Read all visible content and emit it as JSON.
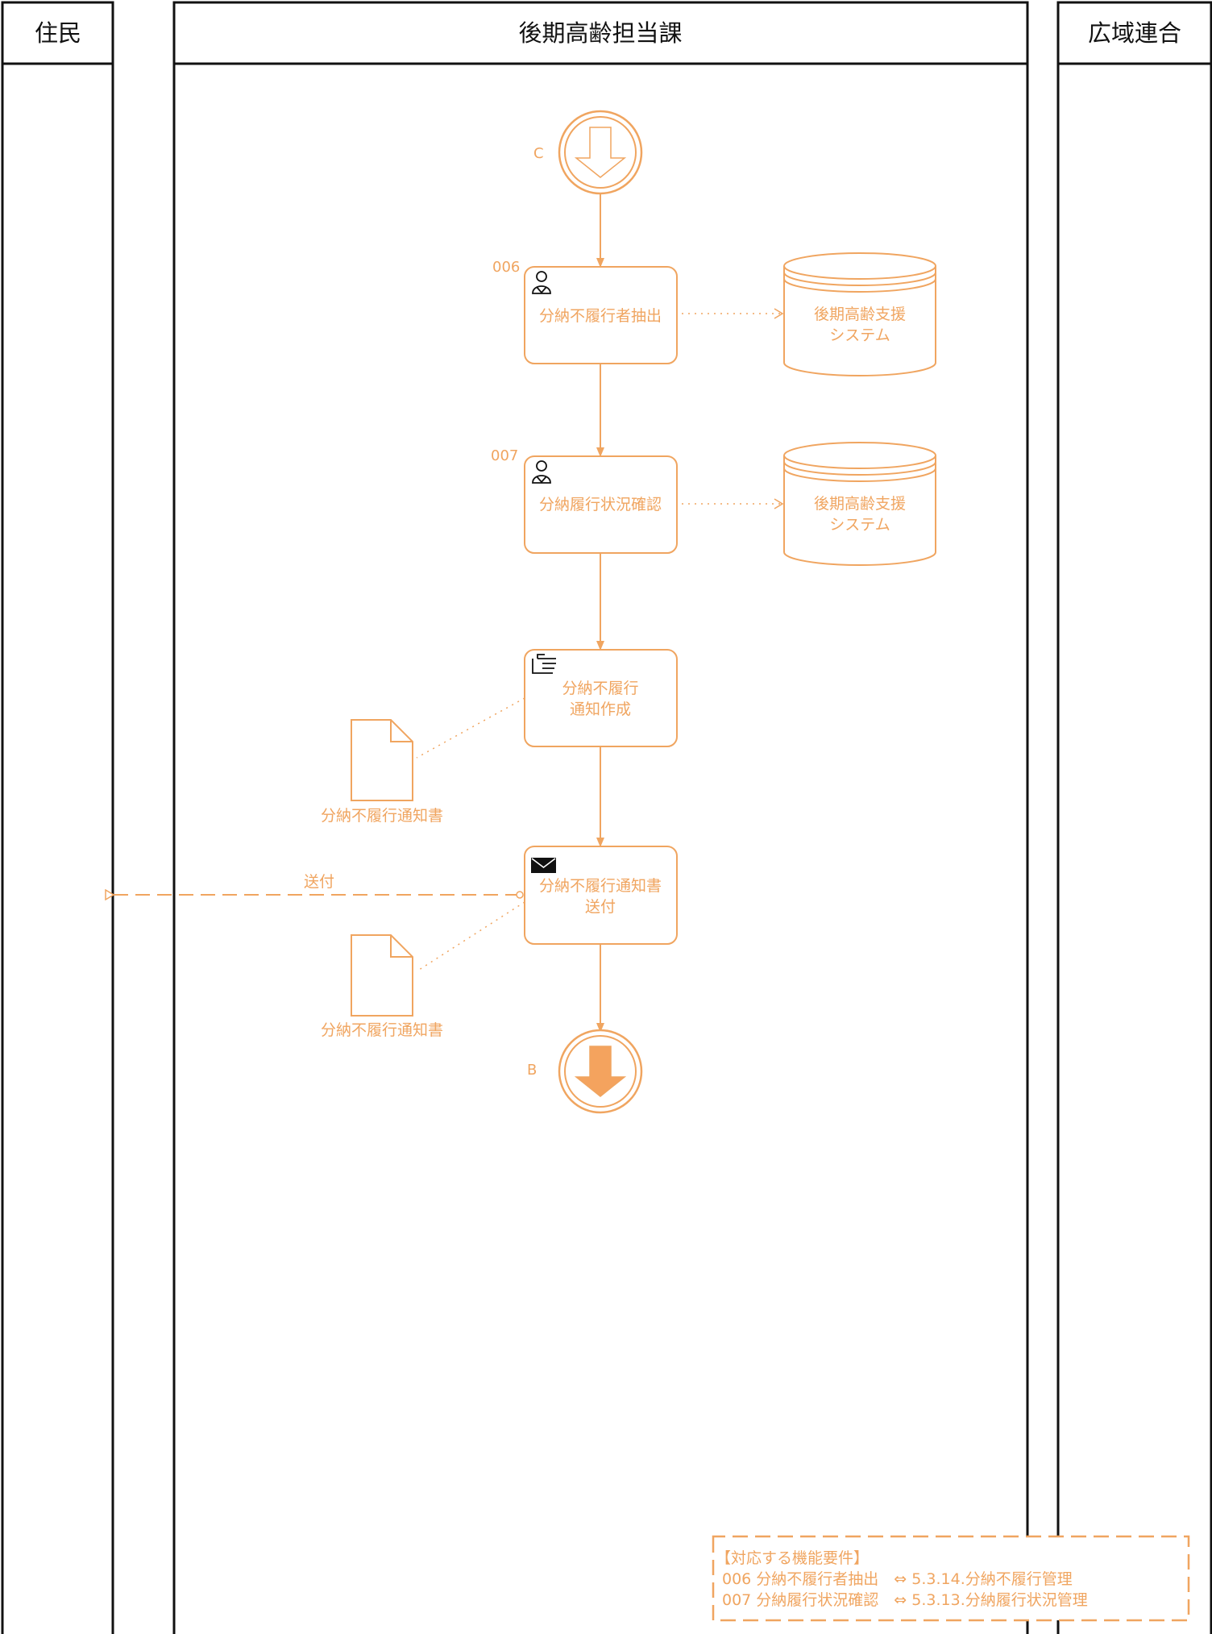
{
  "lanes": {
    "resident": "住民",
    "dept": "後期高齢担当課",
    "union": "広域連合"
  },
  "events": {
    "start_label": "C",
    "end_label": "B"
  },
  "tasks": [
    {
      "id": "006",
      "lines": [
        "分納不履行者抽出"
      ],
      "type": "user"
    },
    {
      "id": "007",
      "lines": [
        "分納履行状況確認"
      ],
      "type": "user"
    },
    {
      "id": "",
      "lines": [
        "分納不履行",
        "通知作成"
      ],
      "type": "manual"
    },
    {
      "id": "",
      "lines": [
        "分納不履行通知書",
        "送付"
      ],
      "type": "send"
    }
  ],
  "datastores": [
    {
      "lines": [
        "後期高齢支援",
        "システム"
      ]
    },
    {
      "lines": [
        "後期高齢支援",
        "システム"
      ]
    }
  ],
  "documents": [
    {
      "label": "分納不履行通知書"
    },
    {
      "label": "分納不履行通知書"
    }
  ],
  "message_flow_label": "送付",
  "note": {
    "title": "【対応する機能要件】",
    "rows": [
      "006 分納不履行者抽出　⇔ 5.3.14.分納不履行管理",
      "007 分納履行状況確認　⇔ 5.3.13.分納履行状況管理"
    ]
  },
  "colors": {
    "accent": "#f0a560",
    "accent_fill": "#f4a35e",
    "line": "#111111"
  }
}
